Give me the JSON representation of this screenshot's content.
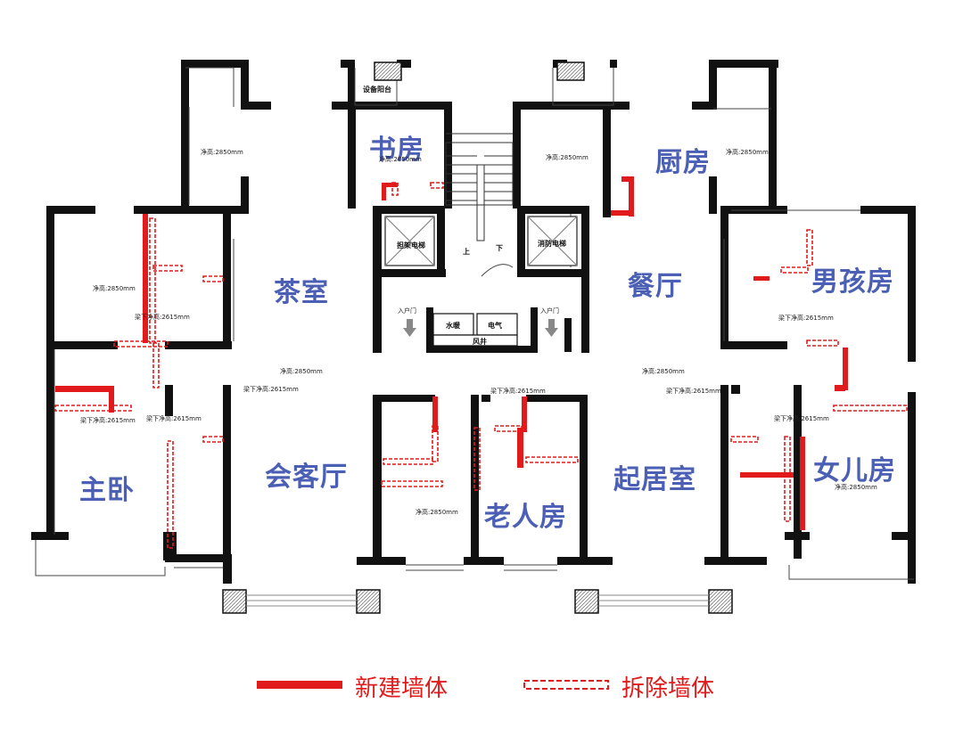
{
  "rooms": {
    "study": "书房",
    "kitchen": "厨房",
    "tea_room": "茶室",
    "dining": "餐厅",
    "boys_room": "男孩房",
    "master_bedroom": "主卧",
    "reception": "会客厅",
    "elder_room": "老人房",
    "living_room": "起居室",
    "daughters_room": "女儿房"
  },
  "labels": {
    "equipment_balcony": "设备阳台",
    "passenger_elevator": "担架电梯",
    "fire_elevator": "消防电梯",
    "up": "上",
    "down": "下",
    "entrance_left": "入户门",
    "entrance_right": "入户门",
    "water_well": "水暖",
    "electric_well": "电气",
    "air_shaft": "风井"
  },
  "dimensions": {
    "clear_height": "净高:2850mm",
    "beam_clear_height": "梁下净高:2615mm"
  },
  "legend": {
    "new_wall": "新建墙体",
    "demolished_wall": "拆除墙体"
  },
  "colors": {
    "wall": "#111111",
    "new_wall": "#e11b1b",
    "room_label": "#4b5fb5"
  }
}
